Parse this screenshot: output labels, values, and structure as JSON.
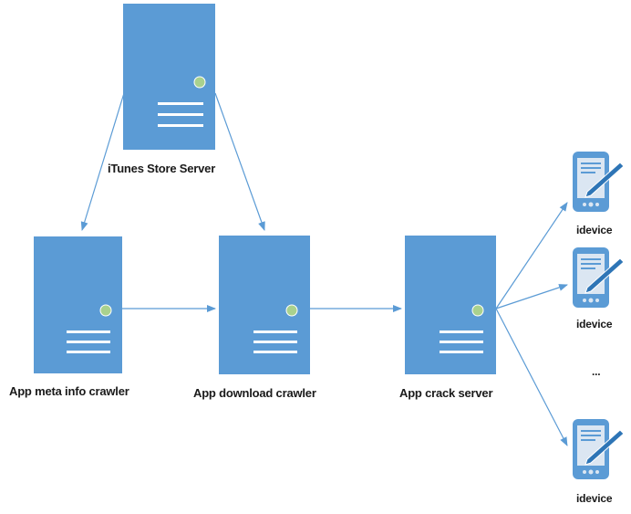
{
  "colors": {
    "server_fill": "#5b9bd5",
    "server_lines": "#ffffff",
    "indicator_dot": "#a9d18e",
    "arrow": "#5b9bd5",
    "device_body": "#5b9bd5",
    "device_screen": "#dbe6f2",
    "label_text": "#1a1a1a"
  },
  "nodes": {
    "itunes": {
      "label": "iTunes Store Server",
      "icon": "server-icon"
    },
    "meta_crawler": {
      "label": "App meta info crawler",
      "icon": "server-icon"
    },
    "download_crawler": {
      "label": "App download crawler",
      "icon": "server-icon"
    },
    "crack_server": {
      "label": "App crack server",
      "icon": "server-icon"
    },
    "devices": [
      {
        "label": "idevice",
        "icon": "tablet-stylus-icon"
      },
      {
        "label": "idevice",
        "icon": "tablet-stylus-icon"
      },
      {
        "label": "idevice",
        "icon": "tablet-stylus-icon"
      }
    ],
    "ellipsis": "..."
  },
  "edges": [
    {
      "from": "itunes",
      "to": "meta_crawler"
    },
    {
      "from": "itunes",
      "to": "download_crawler"
    },
    {
      "from": "meta_crawler",
      "to": "download_crawler"
    },
    {
      "from": "download_crawler",
      "to": "crack_server"
    },
    {
      "from": "crack_server",
      "to": "device-1"
    },
    {
      "from": "crack_server",
      "to": "device-2"
    },
    {
      "from": "crack_server",
      "to": "device-3"
    }
  ]
}
